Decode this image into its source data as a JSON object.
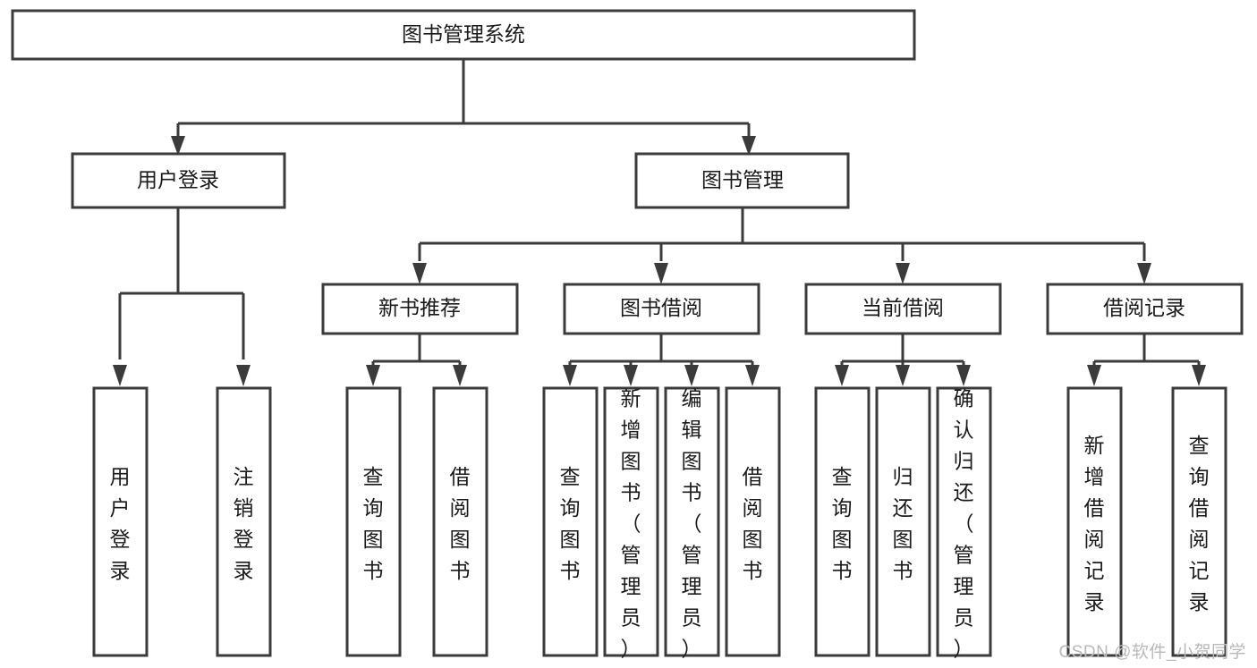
{
  "diagram": {
    "type": "hierarchy-tree",
    "title_text": "图书管理系统",
    "watermark": "CSDN @软件_小贺同学",
    "colors": {
      "stroke": "#3b3b3b",
      "fill": "#ffffff",
      "text": "#1a1a1a",
      "watermark": "#b9b9b9"
    },
    "levels": {
      "level1": [
        {
          "id": "root",
          "label": "图书管理系统"
        }
      ],
      "level2": [
        {
          "id": "user-login",
          "label": "用户登录"
        },
        {
          "id": "book-manage",
          "label": "图书管理"
        }
      ],
      "level3": [
        {
          "id": "new-book-recommend",
          "label": "新书推荐",
          "parent": "book-manage"
        },
        {
          "id": "book-borrow",
          "label": "图书借阅",
          "parent": "book-manage"
        },
        {
          "id": "current-borrow",
          "label": "当前借阅",
          "parent": "book-manage"
        },
        {
          "id": "borrow-record",
          "label": "借阅记录",
          "parent": "book-manage"
        }
      ],
      "level4": [
        {
          "id": "leaf-user-login",
          "label": "用户登录",
          "parent": "user-login"
        },
        {
          "id": "leaf-logout-login",
          "label": "注销登录",
          "parent": "user-login"
        },
        {
          "id": "leaf-query-book-1",
          "label": "查询图书",
          "parent": "new-book-recommend"
        },
        {
          "id": "leaf-borrow-book-1",
          "label": "借阅图书",
          "parent": "new-book-recommend"
        },
        {
          "id": "leaf-query-book-2",
          "label": "查询图书",
          "parent": "book-borrow"
        },
        {
          "id": "leaf-add-book",
          "label": "新增图书（管理员）",
          "parent": "book-borrow"
        },
        {
          "id": "leaf-edit-book",
          "label": "编辑图书（管理员）",
          "parent": "book-borrow"
        },
        {
          "id": "leaf-borrow-book-2",
          "label": "借阅图书",
          "parent": "book-borrow"
        },
        {
          "id": "leaf-query-book-3",
          "label": "查询图书",
          "parent": "current-borrow"
        },
        {
          "id": "leaf-return-book",
          "label": "归还图书",
          "parent": "current-borrow"
        },
        {
          "id": "leaf-confirm-return",
          "label": "确认归还（管理员）",
          "parent": "current-borrow"
        },
        {
          "id": "leaf-add-record",
          "label": "新增借阅记录",
          "parent": "borrow-record"
        },
        {
          "id": "leaf-query-record",
          "label": "查询借阅记录",
          "parent": "borrow-record"
        }
      ]
    }
  }
}
